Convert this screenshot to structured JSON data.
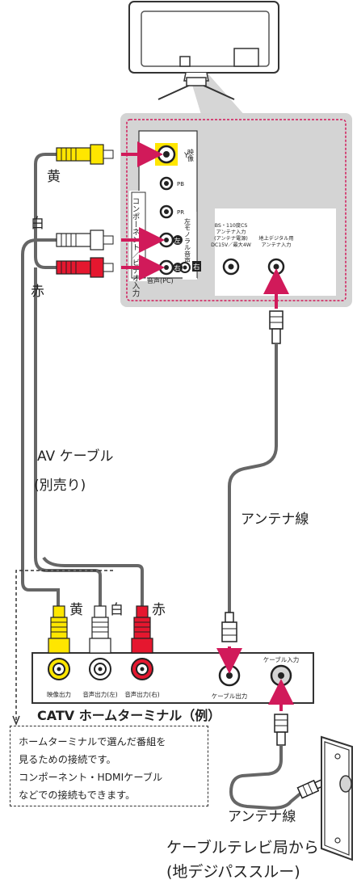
{
  "panel": {
    "y_label": "Y",
    "video_label": "映像",
    "pb_label": "PB",
    "pr_label": "PR",
    "component_input_label": "コンポーネント／ビデオ入力",
    "audio_lr_label": "左モノラル音声",
    "left_mark": "左",
    "right_mark": "右",
    "right_side_label": "右",
    "audio_pc_label": "音声(PC)",
    "bs_line1": "BS・110度CS",
    "bs_line2": "アンテナ入力",
    "bs_line3": "(アンテナ電源)",
    "bs_line4": "DC15V／最大4W",
    "dt_line1": "地上デジタル用",
    "dt_line2": "アンテナ入力"
  },
  "cables": {
    "yellow_label": "黄",
    "white_label": "白",
    "red_label": "赤",
    "av_cable_line1": "AV ケーブル",
    "av_cable_line2": "(別売り)",
    "antenna_line_label": "アンテナ線",
    "antenna_line_label_2": "アンテナ線"
  },
  "terminal": {
    "plug_yellow": "黄",
    "plug_white": "白",
    "plug_red": "赤",
    "video_out": "映像出力",
    "audio_out_left": "音声出力(左)",
    "audio_out_right": "音声出力(右)",
    "cable_out": "ケーブル出力",
    "cable_in": "ケーブル入力",
    "caption": "CATV ホームターミナル（例）"
  },
  "note": {
    "line1": "ホームターミナルで選んだ番組を",
    "line2": "見るための接続です。",
    "line3": "コンポーネント・HDMIケーブル",
    "line4": "などでの接続もできます。"
  },
  "source": {
    "line1": "ケーブルテレビ局から",
    "line2": "(地デジパススルー)"
  },
  "colors": {
    "arrow": "#d11a5a",
    "yellow": "#ffe600",
    "red": "#e5172f",
    "panel": "#d4d4d4"
  }
}
